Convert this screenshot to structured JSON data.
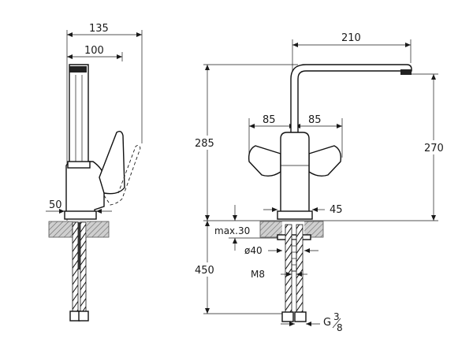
{
  "side_view": {
    "dim_total_depth": "135",
    "dim_spout_depth": "100",
    "dim_base_diameter": "50"
  },
  "front_view": {
    "dim_spout_reach": "210",
    "dim_lever_left": "85",
    "dim_lever_right": "85",
    "dim_total_height": "285",
    "dim_spout_height": "270",
    "dim_base_width": "45",
    "dim_max_thickness": "max.30",
    "dim_hole_diameter": "ø40",
    "dim_hose_length": "450",
    "dim_thread": "M8",
    "dim_connection": "G",
    "dim_connection_num": "3",
    "dim_connection_den": "8"
  },
  "colors": {
    "line": "#1a1a1a",
    "hatch": "#888888",
    "counter": "#d9d9d9"
  }
}
